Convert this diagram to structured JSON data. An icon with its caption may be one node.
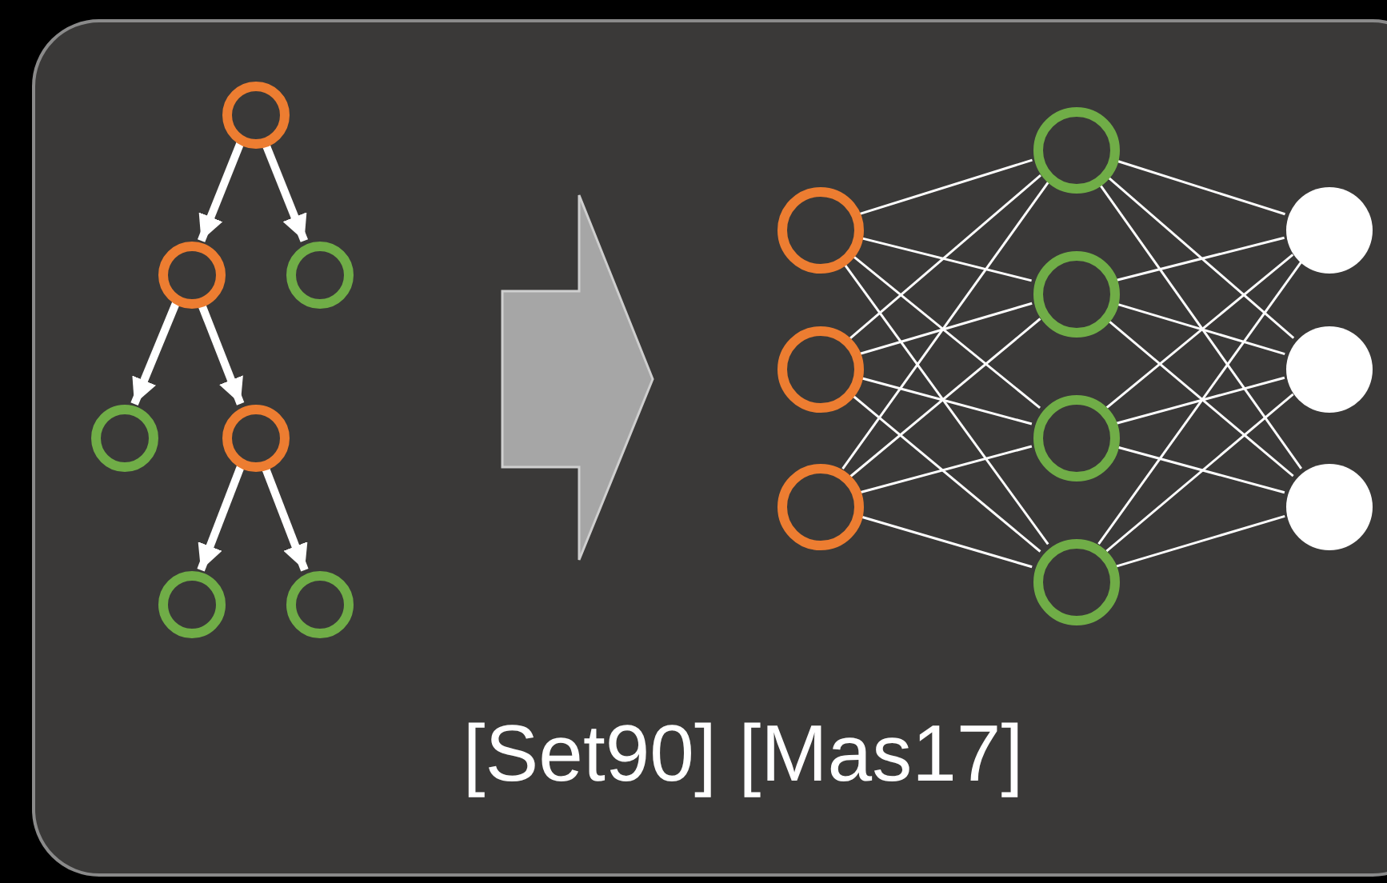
{
  "diagram": {
    "nodes": [
      {
        "text": [
          "[Set90] [Mas17]"
        ]
      },
      {
        "text": [],
        "shape": "circle",
        "in": 0
      },
      {
        "text": [],
        "shape": "circle",
        "in": 0
      },
      {
        "text": [],
        "shape": "circle",
        "in": 0
      },
      {
        "text": [],
        "shape": "circle",
        "in": 0
      },
      {
        "text": [],
        "shape": "circle",
        "in": 0
      },
      {
        "text": [],
        "shape": "circle",
        "in": 0
      },
      {
        "text": [],
        "shape": "circle",
        "in": 0
      },
      {
        "text": [],
        "shape": "circle",
        "in": 0
      },
      {
        "text": [],
        "shape": "circle",
        "in": 0
      },
      {
        "text": [],
        "shape": "circle",
        "in": 0
      },
      {
        "text": [],
        "shape": "circle",
        "in": 0
      },
      {
        "text": [],
        "shape": "circle",
        "in": 0
      },
      {
        "text": [],
        "shape": "circle",
        "in": 0
      },
      {
        "text": [],
        "shape": "circle",
        "in": 0
      },
      {
        "text": [],
        "shape": "circle",
        "in": 0
      },
      {
        "text": [],
        "shape": "circle",
        "in": 0
      },
      {
        "text": [],
        "shape": "circle",
        "in": 0
      }
    ],
    "edges": [
      {
        "from": 1,
        "to": 2,
        "arrow": "to",
        "style": "thick"
      },
      {
        "from": 1,
        "to": 3,
        "arrow": "to",
        "style": "thick"
      },
      {
        "from": 2,
        "to": 4,
        "arrow": "to",
        "style": "thick"
      },
      {
        "from": 2,
        "to": 5,
        "arrow": "to",
        "style": "thick"
      },
      {
        "from": 5,
        "to": 6,
        "arrow": "to",
        "style": "thick"
      },
      {
        "from": 5,
        "to": 7,
        "arrow": "to",
        "style": "thick"
      },
      {
        "from": 8,
        "to": 11,
        "arrow": "none"
      },
      {
        "from": 8,
        "to": 12,
        "arrow": "none"
      },
      {
        "from": 8,
        "to": 13,
        "arrow": "none"
      },
      {
        "from": 8,
        "to": 14,
        "arrow": "none"
      },
      {
        "from": 9,
        "to": 11,
        "arrow": "none"
      },
      {
        "from": 9,
        "to": 12,
        "arrow": "none"
      },
      {
        "from": 9,
        "to": 13,
        "arrow": "none"
      },
      {
        "from": 9,
        "to": 14,
        "arrow": "none"
      },
      {
        "from": 10,
        "to": 11,
        "arrow": "none"
      },
      {
        "from": 10,
        "to": 12,
        "arrow": "none"
      },
      {
        "from": 10,
        "to": 13,
        "arrow": "none"
      },
      {
        "from": 10,
        "to": 14,
        "arrow": "none"
      },
      {
        "from": 11,
        "to": 15,
        "arrow": "none"
      },
      {
        "from": 11,
        "to": 16,
        "arrow": "none"
      },
      {
        "from": 11,
        "to": 17,
        "arrow": "none"
      },
      {
        "from": 12,
        "to": 15,
        "arrow": "none"
      },
      {
        "from": 12,
        "to": 16,
        "arrow": "none"
      },
      {
        "from": 12,
        "to": 17,
        "arrow": "none"
      },
      {
        "from": 13,
        "to": 15,
        "arrow": "none"
      },
      {
        "from": 13,
        "to": 16,
        "arrow": "none"
      },
      {
        "from": 13,
        "to": 17,
        "arrow": "none"
      },
      {
        "from": 14,
        "to": 15,
        "arrow": "none"
      },
      {
        "from": 14,
        "to": 16,
        "arrow": "none"
      },
      {
        "from": 14,
        "to": 17,
        "arrow": "none"
      }
    ]
  }
}
